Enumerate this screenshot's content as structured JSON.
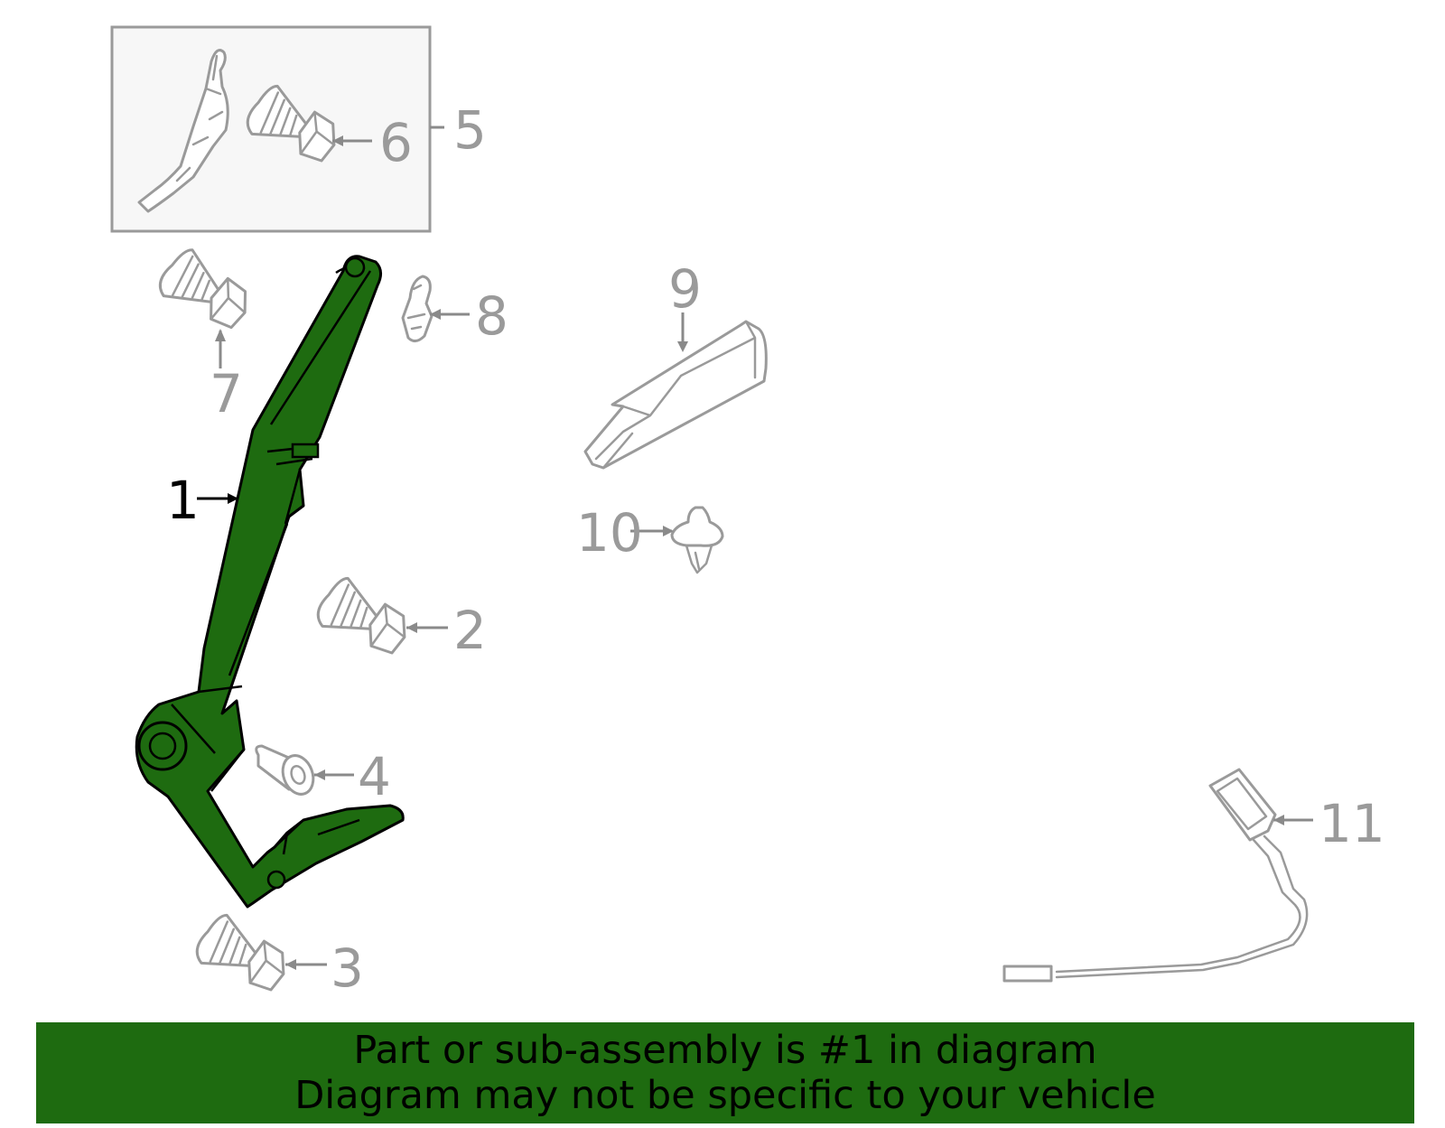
{
  "callouts": {
    "n1": "1",
    "n2": "2",
    "n3": "3",
    "n4": "4",
    "n5": "5",
    "n6": "6",
    "n7": "7",
    "n8": "8",
    "n9": "9",
    "n10": "10",
    "n11": "11"
  },
  "banner": {
    "line1": "Part or sub-assembly is #1 in diagram",
    "line2": "Diagram may not be specific to your vehicle",
    "color": "#1e6b10"
  },
  "colors": {
    "highlight_part": "#1e6b10",
    "other_parts": "#9a9a9a",
    "inset_background": "#f7f7f7"
  },
  "icons": {
    "bolt": "hex-bolt-icon",
    "clip": "push-pin-clip-icon",
    "nut": "cone-nut-icon",
    "cover": "trim-cover-icon",
    "bracket": "bracket-icon",
    "buckle": "seat-belt-buckle-icon",
    "retractor": "seat-belt-retractor-assembly-icon"
  }
}
